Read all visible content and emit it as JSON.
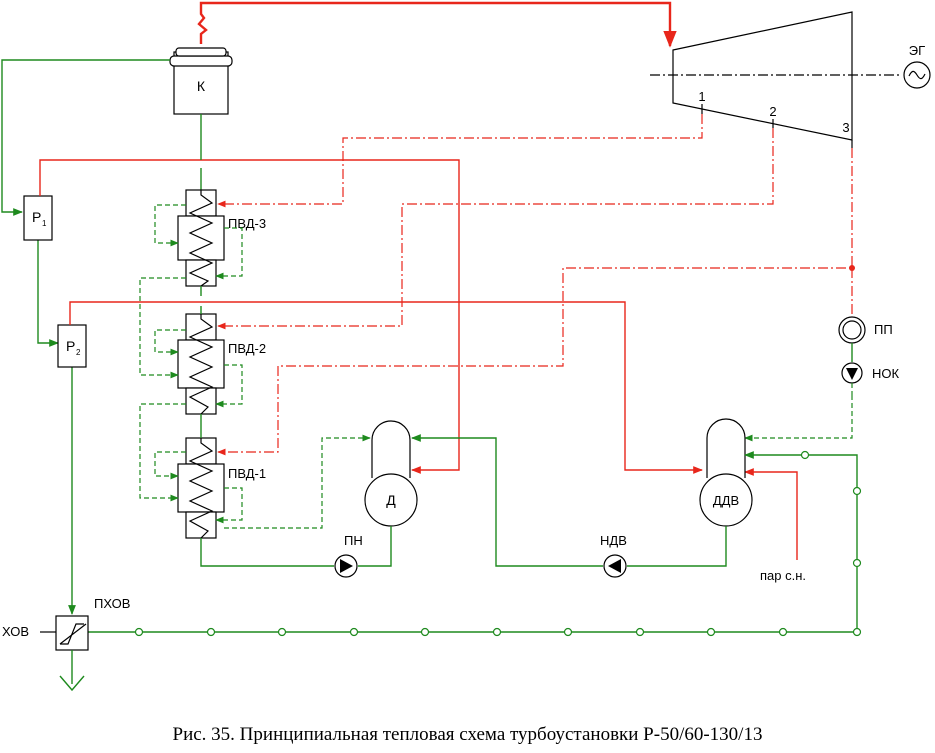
{
  "labels": {
    "condenser": "К",
    "generator": "ЭГ",
    "bleed_1": "1",
    "bleed_2": "2",
    "bleed_3": "3",
    "r1_main": "Р",
    "r1_sub": "1",
    "r2_main": "Р",
    "r2_sub": "2",
    "hp_heater_3": "ПВД-3",
    "hp_heater_2": "ПВД-2",
    "hp_heater_1": "ПВД-1",
    "deaerator": "Д",
    "make_up_deaerator": "ДДВ",
    "feed_pump": "ПН",
    "make_up_pump": "НДВ",
    "network_heater": "ПП",
    "condensate_pump": "НОК",
    "chem_water_heater": "ПХОВ",
    "chem_treated_water": "ХОВ",
    "aux_steam": "пар с.н."
  },
  "caption": "Рис. 35. Принципиальная тепловая схема турбоустановки Р-50/60-130/13",
  "colors": {
    "steam": "#e8261b",
    "water": "#1e8a1e",
    "equipment": "#000000"
  }
}
